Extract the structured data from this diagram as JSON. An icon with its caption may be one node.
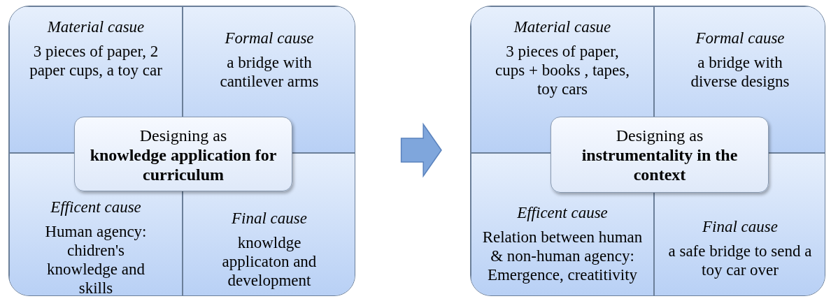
{
  "diagram": {
    "nodes": [
      {
        "text": [],
        "shape": "box"
      },
      {
        "text": [
          "Material casue",
          "3 pieces of paper, 2 paper cups, a toy car"
        ],
        "in": 0
      },
      {
        "text": [
          "Formal cause",
          "a bridge with cantilever arms"
        ],
        "in": 0
      },
      {
        "text": [
          "Efficent cause",
          "Human agency: chidren's knowledge and skills"
        ],
        "in": 0
      },
      {
        "text": [
          "Final cause",
          "knowldge applicaton and development"
        ],
        "in": 0
      },
      {
        "text": [
          "Designing as **knowledge application for curriculum**"
        ],
        "in": 0
      },
      {
        "text": [],
        "shape": "box"
      },
      {
        "text": [
          "Material casue",
          "3 pieces of paper, cups + books , tapes, toy cars"
        ],
        "in": 6
      },
      {
        "text": [
          "Formal cause",
          "a bridge with diverse designs"
        ],
        "in": 6
      },
      {
        "text": [
          "Efficent cause",
          "Relation between human & non-human agency: Emergence, creatitivity"
        ],
        "in": 6
      },
      {
        "text": [
          "Final cause",
          "a safe bridge to send a toy car over"
        ],
        "in": 6
      },
      {
        "text": [
          "Designing as **instrumentality in the context**"
        ],
        "in": 6
      }
    ],
    "edges": [
      {
        "from": 0,
        "to": 6,
        "arrow": "to"
      }
    ]
  }
}
